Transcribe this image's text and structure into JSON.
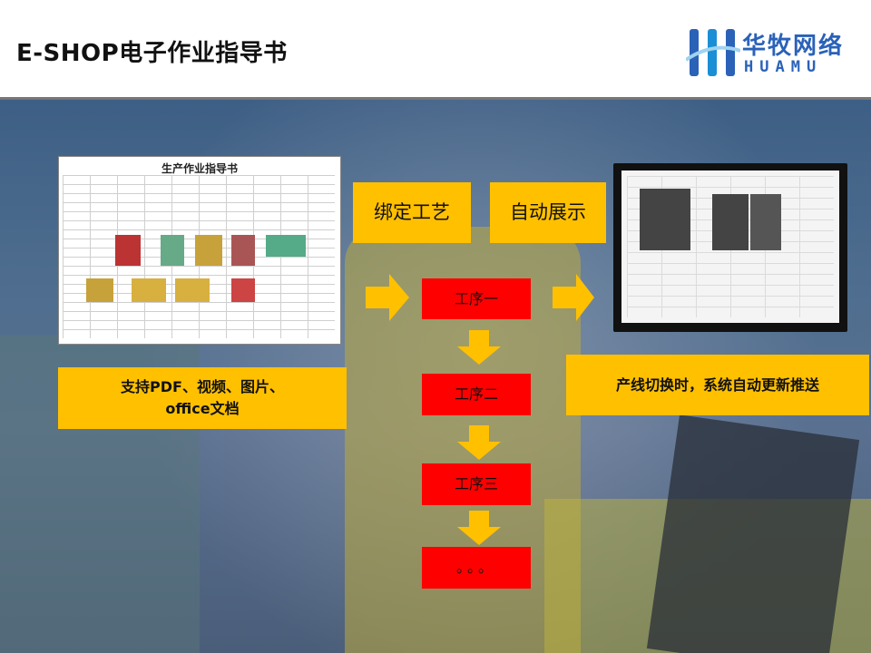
{
  "header": {
    "title": "E-SHOP电子作业指导书",
    "logo_name": "华牧网络",
    "logo_sub": "HUAMU"
  },
  "document": {
    "title": "生产作业指导书"
  },
  "buttons": {
    "bind_process": "绑定工艺",
    "auto_display": "自动展示"
  },
  "steps": [
    "工序一",
    "工序二",
    "工序三",
    "。。。"
  ],
  "labels": {
    "support_line1": "支持PDF、视频、图片、",
    "support_line2": "office文档",
    "auto_update": "产线切换时，系统自动更新推送"
  },
  "colors": {
    "accent_yellow": "#ffc000",
    "step_red": "#ff0000",
    "brand_blue": "#2a62b8"
  }
}
